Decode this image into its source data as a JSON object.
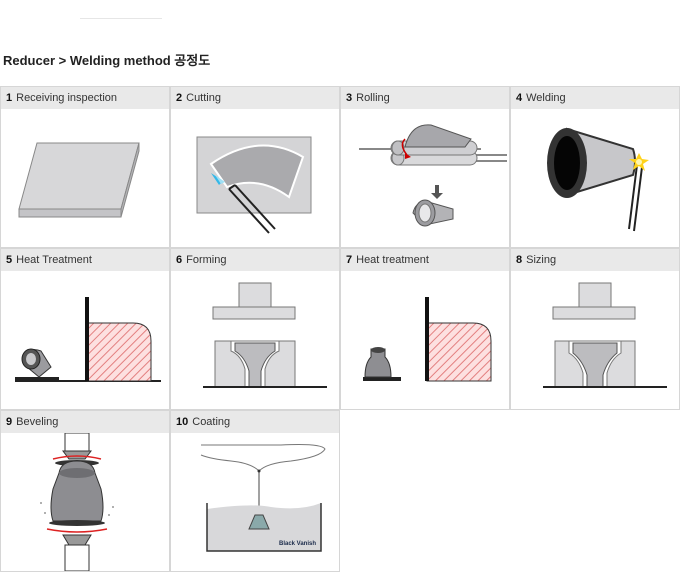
{
  "page": {
    "title": "Reducer > Welding method 공정도"
  },
  "steps": [
    {
      "num": "1",
      "label": "Receiving inspection"
    },
    {
      "num": "2",
      "label": "Cutting"
    },
    {
      "num": "3",
      "label": "Rolling"
    },
    {
      "num": "4",
      "label": "Welding"
    },
    {
      "num": "5",
      "label": "Heat Treatment"
    },
    {
      "num": "6",
      "label": "Forming"
    },
    {
      "num": "7",
      "label": "Heat treatment"
    },
    {
      "num": "8",
      "label": "Sizing"
    },
    {
      "num": "9",
      "label": "Beveling"
    },
    {
      "num": "10",
      "label": "Coating"
    }
  ],
  "coating_tank_label": "Black Vanish"
}
